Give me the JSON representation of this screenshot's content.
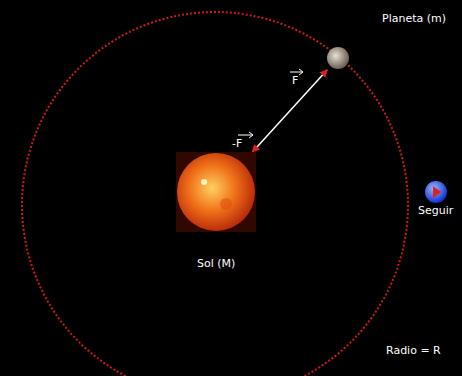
{
  "diagram": {
    "nodes": [
      {
        "text": [
          "Sol (M)"
        ]
      },
      {
        "text": [
          "Planeta (m)"
        ]
      },
      {
        "text": [
          "Seguir"
        ]
      }
    ],
    "edges": [
      {
        "from": 0,
        "to": 1,
        "arrow": "both"
      }
    ],
    "labels": [
      "F",
      "-F",
      "Radio = R"
    ]
  }
}
